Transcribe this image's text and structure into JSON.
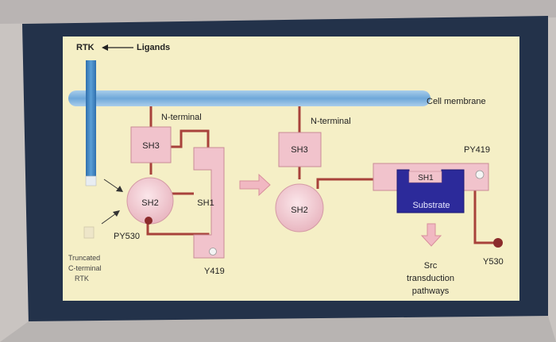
{
  "labels": {
    "rtk": "RTK",
    "ligands": "Ligands",
    "cell_membrane": "Cell membrane",
    "n_terminal_left": "N-terminal",
    "n_terminal_right": "N-terminal",
    "sh3_left": "SH3",
    "sh2_left": "SH2",
    "sh1_left": "SH1",
    "sh3_right": "SH3",
    "sh2_right": "SH2",
    "sh1_right": "SH1",
    "substrate": "Substrate",
    "py530": "PY530",
    "y419": "Y419",
    "py419": "PY419",
    "y530": "Y530",
    "truncated_line1": "Truncated",
    "truncated_line2": "C-terminal",
    "truncated_line3": "RTK",
    "src_line1": "Src",
    "src_line2": "transduction",
    "src_line3": "pathways"
  },
  "colors": {
    "slide_bg": "#f5efc4",
    "screen_frame": "#24334a",
    "membrane": "#7fb1dc",
    "receptor": "#3c86c4",
    "linker": "#a8423b",
    "domain_fill": "#f2c6cf",
    "domain_stroke": "#c98b96",
    "substrate": "#2c2a9a",
    "arrow_fill": "#f1b8c2"
  }
}
